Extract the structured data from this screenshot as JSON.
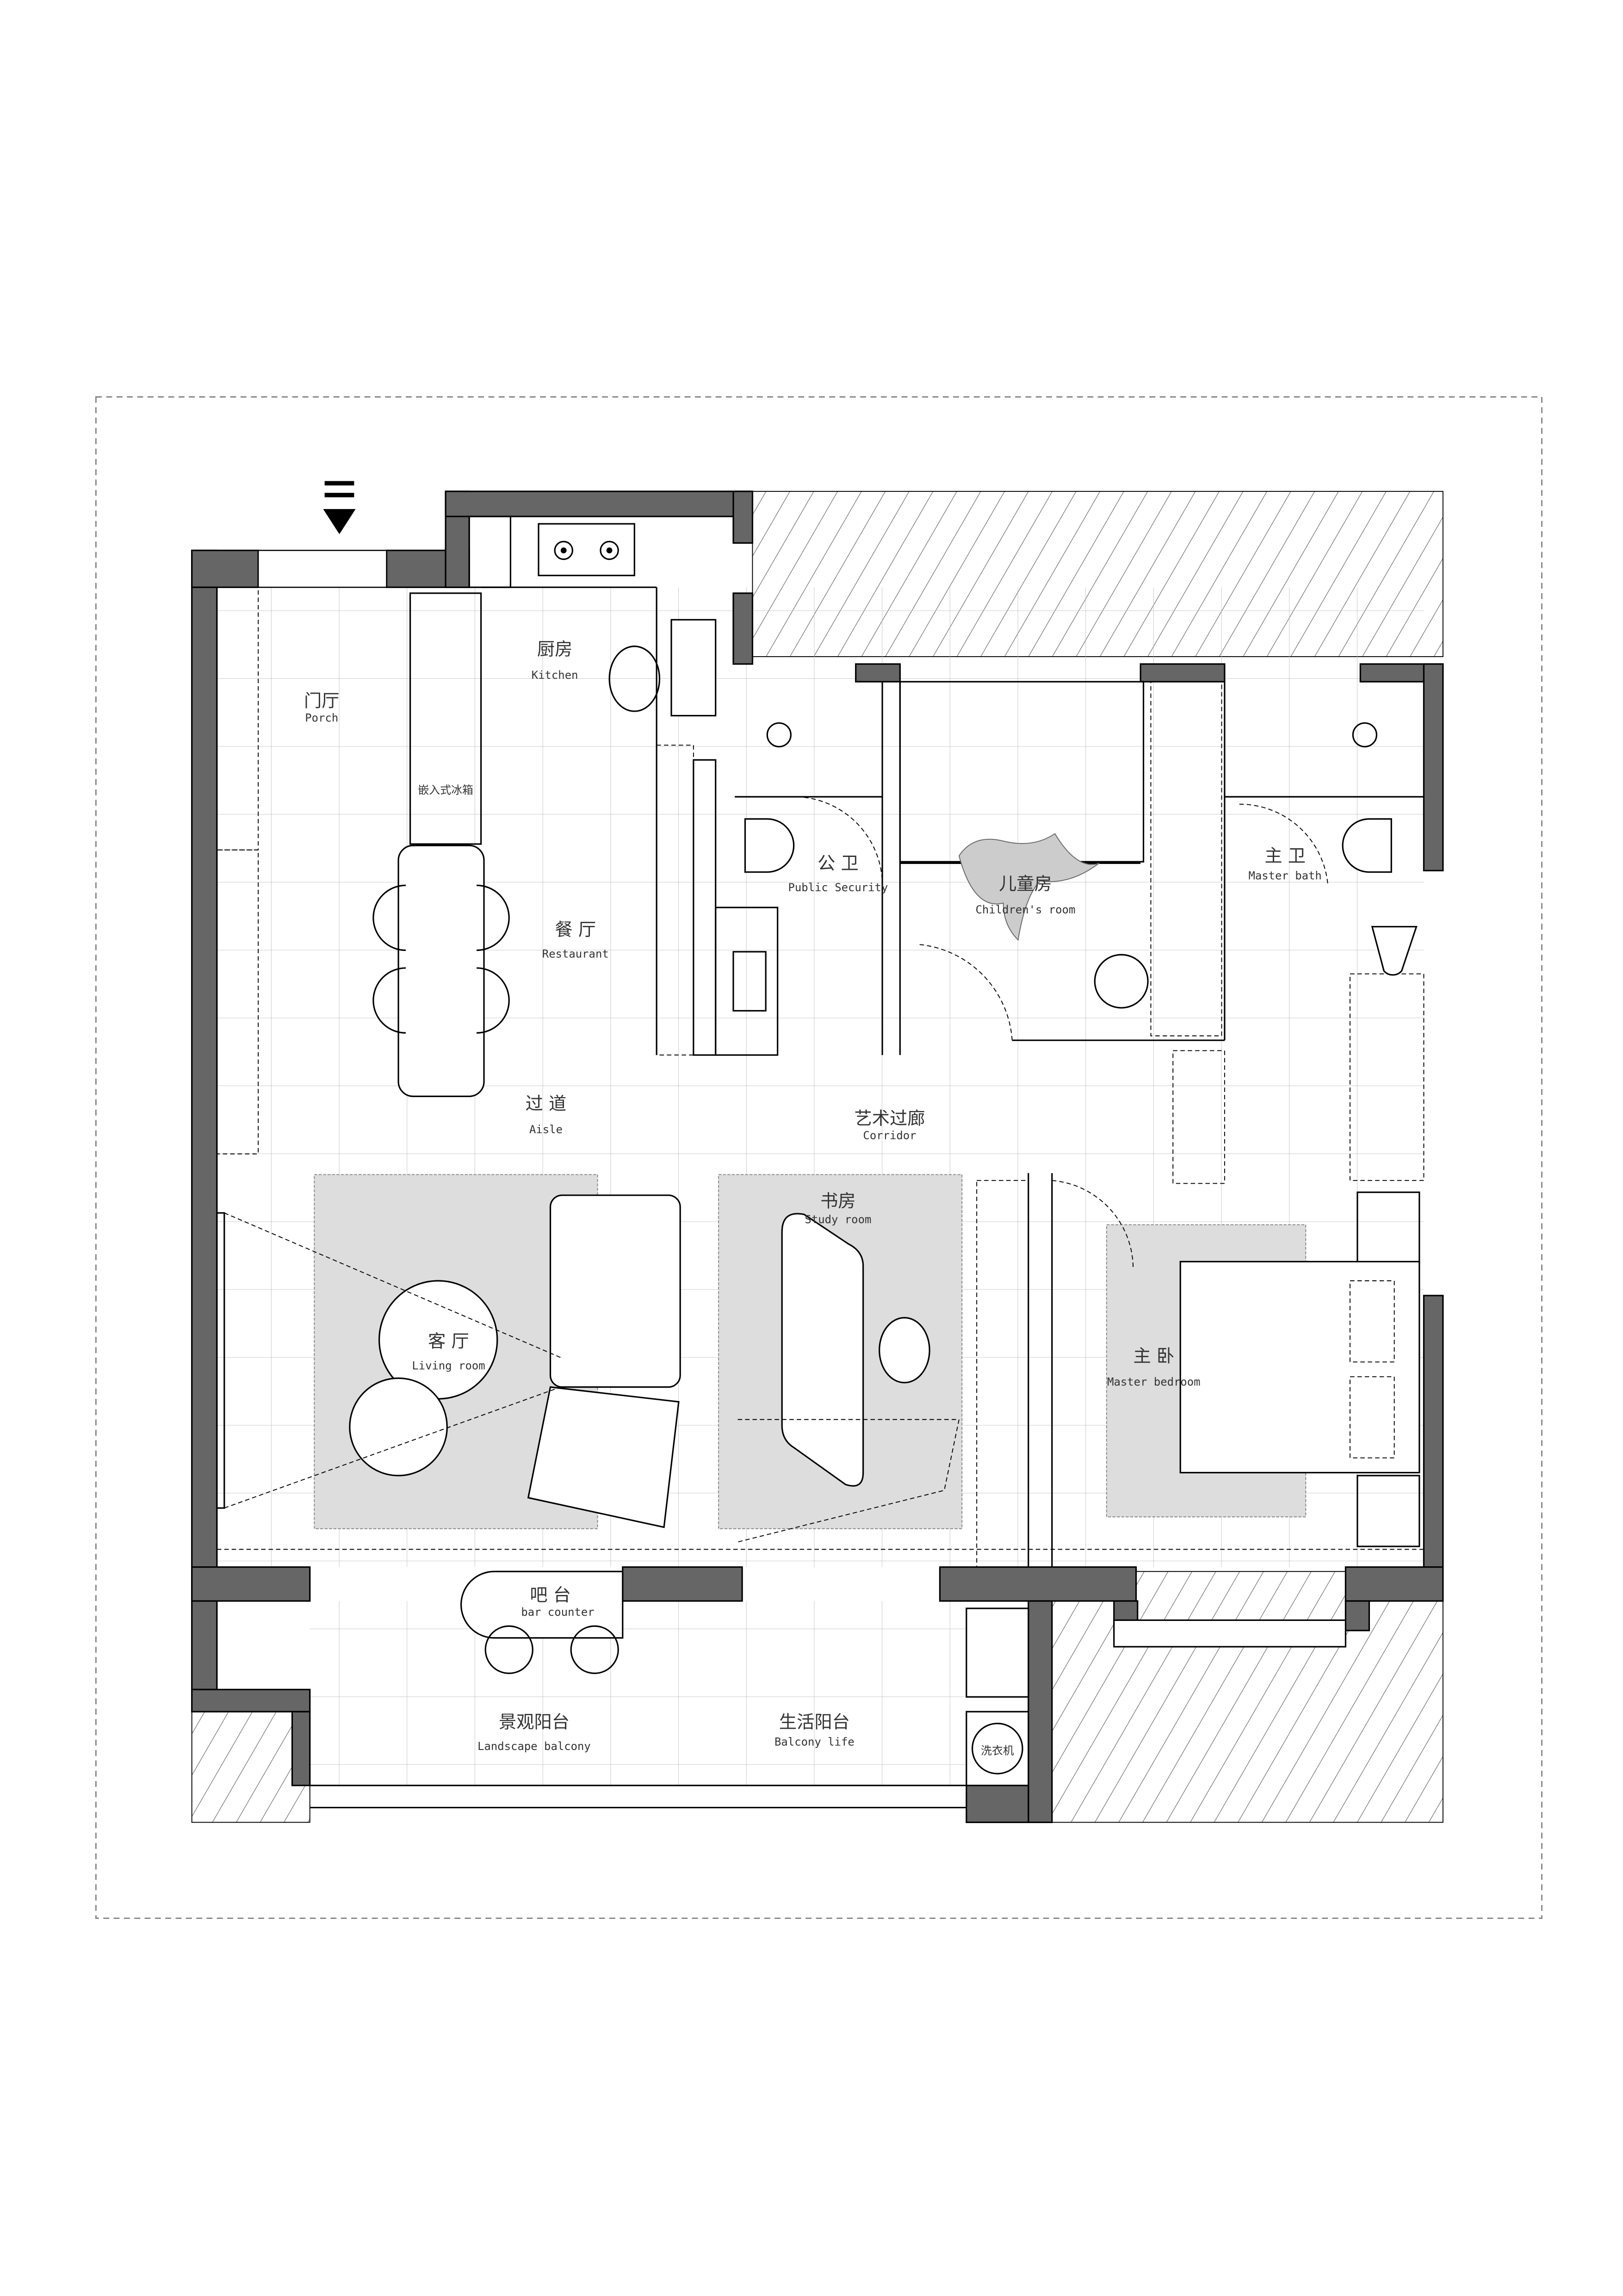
{
  "plan": {
    "entrance_marker": "entrance-arrow",
    "rooms": {
      "porch": {
        "cn": "门厅",
        "en": "Porch"
      },
      "kitchen": {
        "cn": "厨房",
        "en": "Kitchen"
      },
      "fridge": {
        "cn": "嵌入式冰箱"
      },
      "restaurant": {
        "cn": "餐 厅",
        "en": "Restaurant"
      },
      "public_bath": {
        "cn": "公 卫",
        "en": "Public Security"
      },
      "children": {
        "cn": "儿童房",
        "en": "Children's room"
      },
      "master_bath": {
        "cn": "主 卫",
        "en": "Master bath"
      },
      "aisle": {
        "cn": "过 道",
        "en": "Aisle"
      },
      "corridor": {
        "cn": "艺术过廊",
        "en": "Corridor"
      },
      "study": {
        "cn": "书房",
        "en": "Study room"
      },
      "living": {
        "cn": "客 厅",
        "en": "Living room"
      },
      "master_bedroom": {
        "cn": "主 卧",
        "en": "Master bedroom"
      },
      "bar": {
        "cn": "吧 台",
        "en": "bar counter"
      },
      "landscape_balcony": {
        "cn": "景观阳台",
        "en": "Landscape balcony"
      },
      "balcony_life": {
        "cn": "生活阳台",
        "en": "Balcony life"
      },
      "washer": {
        "cn": "洗衣机"
      }
    },
    "colors": {
      "wall": "#666666",
      "rug": "#dddddd",
      "line": "#000000"
    }
  }
}
